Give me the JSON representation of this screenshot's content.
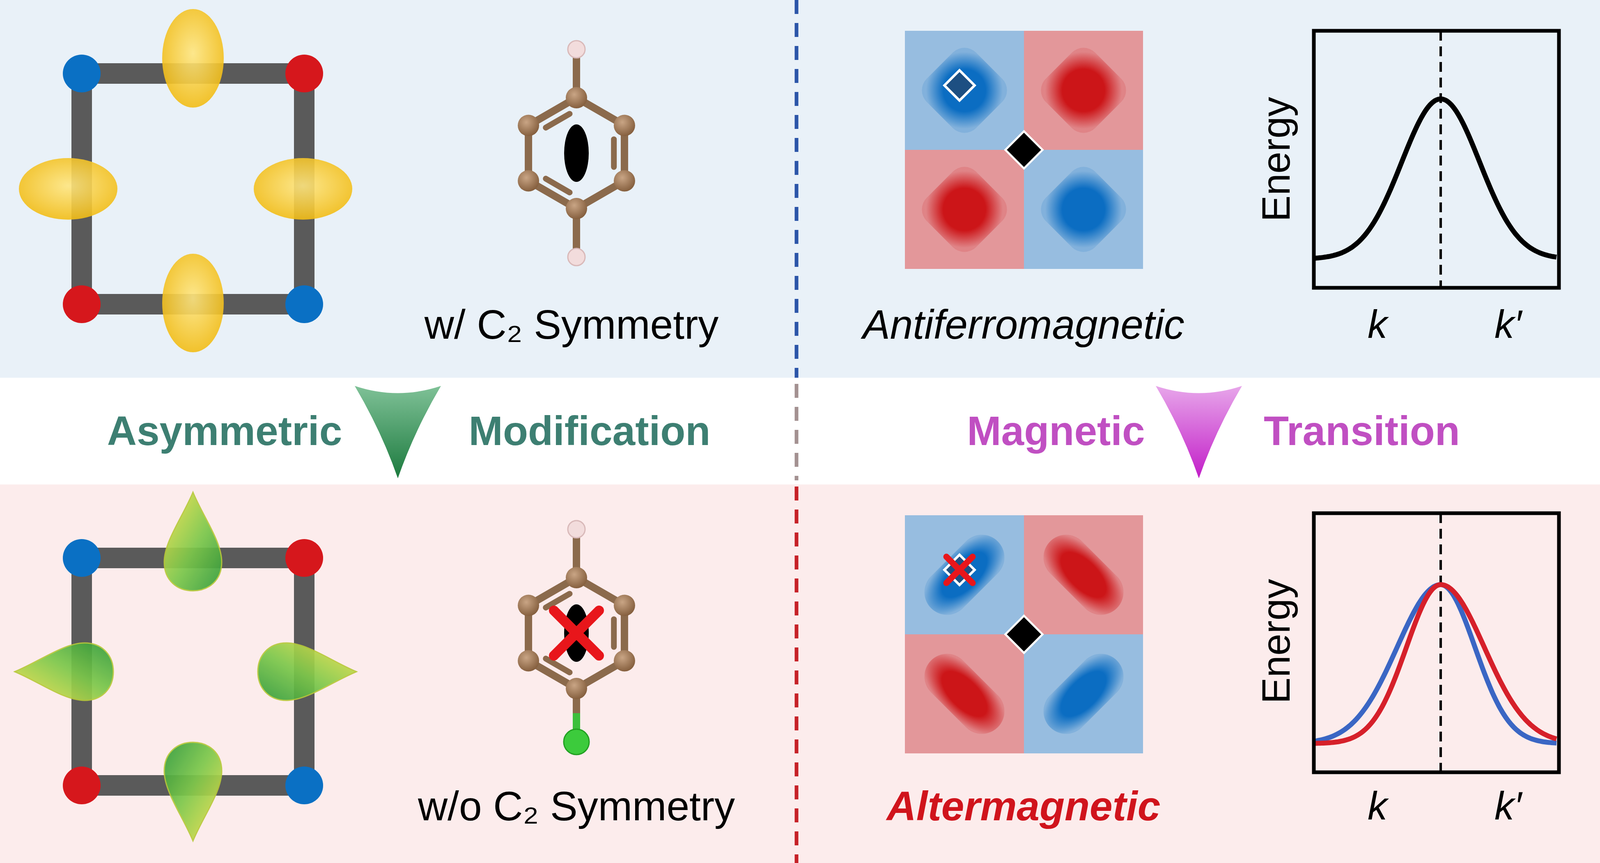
{
  "diagram": {
    "labels": [
      "w/ C₂ Symmetry",
      "Antiferromagnetic",
      "Energy",
      "k",
      "k′",
      "Asymmetric",
      "Modification",
      "Magnetic",
      "Transition",
      "w/o C₂ Symmetry",
      "Altermagnetic",
      "Energy",
      "k",
      "k′"
    ]
  }
}
